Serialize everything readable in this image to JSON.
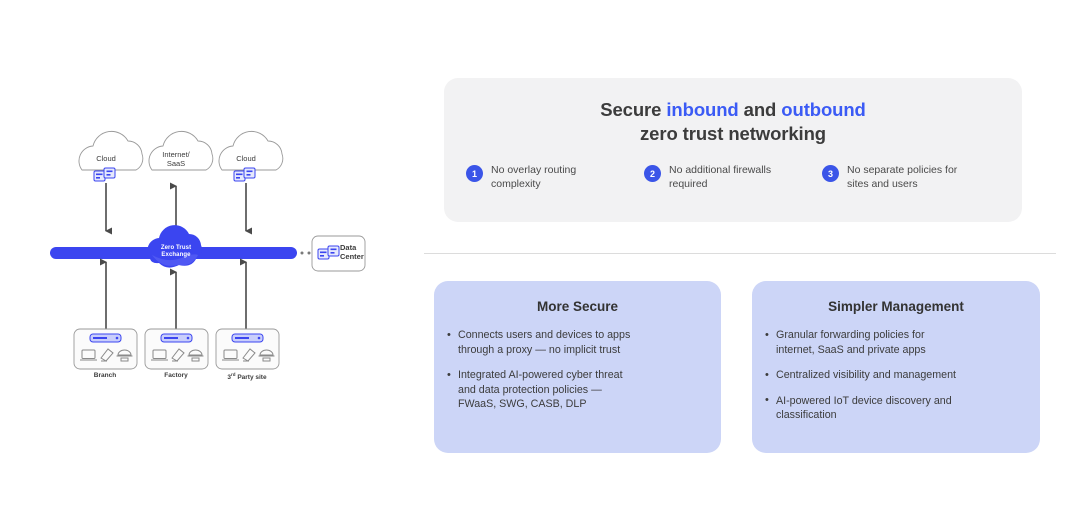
{
  "diagram": {
    "clouds": [
      {
        "label": "Cloud",
        "has_server_icon": true,
        "arrow": "down"
      },
      {
        "label": "Internet/\nSaaS",
        "has_server_icon": false,
        "arrow": "up"
      },
      {
        "label": "Cloud",
        "has_server_icon": true,
        "arrow": "down"
      }
    ],
    "exchange": {
      "label": "Zero Trust\nExchange"
    },
    "data_center": {
      "label": "Data\nCenter"
    },
    "sites": [
      {
        "label": "Branch",
        "arrow": "up",
        "devices": [
          "laptop-icon",
          "sensor-icon",
          "printer-icon"
        ],
        "router": "router-icon"
      },
      {
        "label": "Factory",
        "arrow": "up",
        "devices": [
          "laptop-icon",
          "sensor-icon",
          "printer-icon"
        ],
        "router": "router-icon"
      },
      {
        "label": "3rd Party site",
        "label_prefix": "3",
        "label_sup": "rd",
        "label_rest": " Party site",
        "arrow": "up",
        "devices": [
          "laptop-icon",
          "sensor-icon",
          "printer-icon"
        ],
        "router": "router-icon"
      }
    ]
  },
  "hero": {
    "title_line1_pre": "Secure ",
    "title_line1_accent1": "inbound",
    "title_line1_mid": " and ",
    "title_line1_accent2": "outbound",
    "title_line2": "zero trust networking",
    "points": [
      {
        "number": "1",
        "text": "No overlay routing\ncomplexity"
      },
      {
        "number": "2",
        "text": "No additional firewalls\nrequired"
      },
      {
        "number": "3",
        "text": "No separate policies for\nsites and users"
      }
    ]
  },
  "cards": [
    {
      "title": "More Secure",
      "bullets": [
        "Connects users and devices to apps\nthrough a proxy — no implicit trust",
        "Integrated AI-powered cyber threat\nand data protection policies —\nFWaaS, SWG, CASB, DLP"
      ]
    },
    {
      "title": "Simpler Management",
      "bullets": [
        "Granular forwarding policies for\ninternet, SaaS and private apps",
        "Centralized visibility and management",
        "AI-powered IoT device discovery and\nclassification"
      ]
    }
  ],
  "colors": {
    "accent_blue": "#3b5bf5",
    "badge_blue": "#3b55e8",
    "panel_grey": "#f2f2f3",
    "card_blue": "#ccd5f7",
    "exchange_blue": "#3b45f0",
    "bar_blue": "#3b45f0",
    "text_dark": "#3c3c3c"
  }
}
